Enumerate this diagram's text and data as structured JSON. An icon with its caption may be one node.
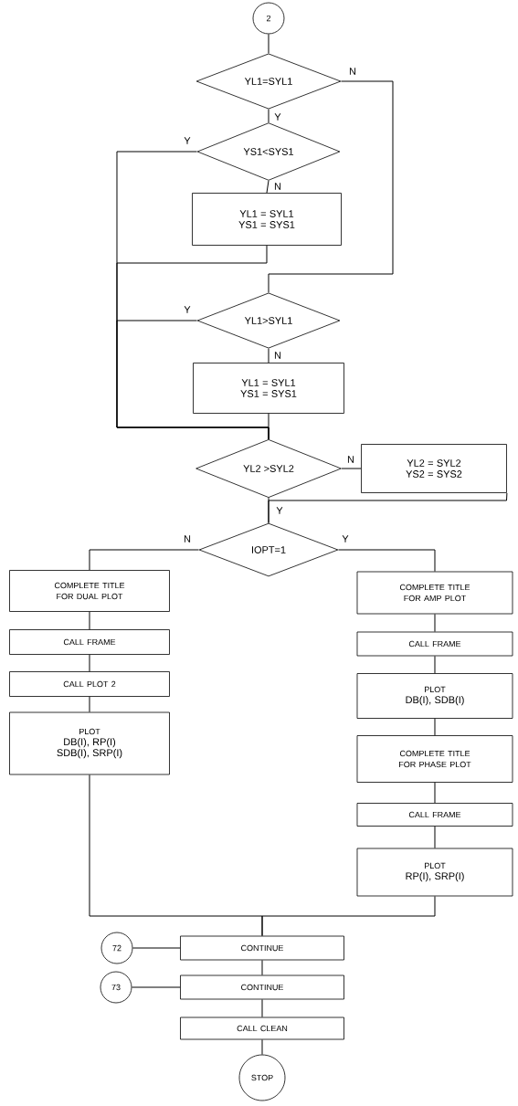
{
  "diagram": {
    "nodes": [
      {
        "text": [
          "2"
        ]
      },
      {
        "text": [
          "YL1=SYL1"
        ]
      },
      {
        "text": [
          "YS1<SYS1"
        ]
      },
      {
        "text": [
          "YL1 = SYL1 YS1 = SYS1"
        ]
      },
      {
        "text": [
          "YL1>SYL1"
        ]
      },
      {
        "text": [
          "YL1 = SYL1 YS1 = SYS1"
        ]
      },
      {
        "text": [
          "YL2 >SYL2"
        ]
      },
      {
        "text": [
          "YL2 = SYL2 YS2 = SYS2"
        ]
      },
      {
        "text": [
          "IOPT=1"
        ]
      },
      {
        "text": [
          "COMPLETE TITLE FOR DUAL PLOT"
        ]
      },
      {
        "text": [
          "CALL FRAME"
        ]
      },
      {
        "text": [
          "CALL PLOT 2"
        ]
      },
      {
        "text": [
          "PLOT",
          "DB(I), RP(I) SDB(I), SRP(I)"
        ]
      },
      {
        "text": [
          "COMPLETE TITLE FOR AMP PLOT"
        ]
      },
      {
        "text": [
          "CALL FRAME"
        ]
      },
      {
        "text": [
          "PLOT",
          "DB(I), SDB(I)"
        ]
      },
      {
        "text": [
          "COMPLETE TITLE FOR PHASE PLOT"
        ]
      },
      {
        "text": [
          "CALL FRAME"
        ]
      },
      {
        "text": [
          "PLOT",
          "RP(I), SRP(I)"
        ]
      },
      {
        "text": [
          "CONTINUE"
        ]
      },
      {
        "text": [
          "72"
        ]
      },
      {
        "text": [
          "CONTINUE"
        ]
      },
      {
        "text": [
          "73"
        ]
      },
      {
        "text": [
          "CALL CLEAN"
        ]
      },
      {
        "text": [
          "STOP"
        ]
      }
    ],
    "edges": [
      {
        "from": 0,
        "to": 1,
        "arrow": "none"
      },
      {
        "from": 1,
        "to": 2,
        "arrow": "none",
        "label": "Y"
      },
      {
        "from": 1,
        "to": 4,
        "arrow": "none",
        "label": "N"
      },
      {
        "from": 2,
        "to": 3,
        "arrow": "none",
        "label": "N"
      },
      {
        "from": 2,
        "to": 6,
        "arrow": "none",
        "label": "Y"
      },
      {
        "from": 3,
        "to": 6,
        "arrow": "none"
      },
      {
        "from": 4,
        "to": 5,
        "arrow": "none",
        "label": "N"
      },
      {
        "from": 4,
        "to": 6,
        "arrow": "none",
        "label": "Y"
      },
      {
        "from": 5,
        "to": 6,
        "arrow": "none"
      },
      {
        "from": 6,
        "to": 7,
        "arrow": "none",
        "label": "N"
      },
      {
        "from": 6,
        "to": 8,
        "arrow": "none",
        "label": "Y"
      },
      {
        "from": 7,
        "to": 8,
        "arrow": "none"
      },
      {
        "from": 8,
        "to": 9,
        "arrow": "none",
        "label": "N"
      },
      {
        "from": 8,
        "to": 13,
        "arrow": "none",
        "label": "Y"
      },
      {
        "from": 9,
        "to": 10,
        "arrow": "none"
      },
      {
        "from": 10,
        "to": 11,
        "arrow": "none"
      },
      {
        "from": 11,
        "to": 12,
        "arrow": "none"
      },
      {
        "from": 12,
        "to": 19,
        "arrow": "none"
      },
      {
        "from": 13,
        "to": 14,
        "arrow": "none"
      },
      {
        "from": 14,
        "to": 15,
        "arrow": "none"
      },
      {
        "from": 15,
        "to": 16,
        "arrow": "none"
      },
      {
        "from": 16,
        "to": 17,
        "arrow": "none"
      },
      {
        "from": 17,
        "to": 18,
        "arrow": "none"
      },
      {
        "from": 18,
        "to": 19,
        "arrow": "none"
      },
      {
        "from": 20,
        "to": 19,
        "arrow": "none"
      },
      {
        "from": 19,
        "to": 21,
        "arrow": "none"
      },
      {
        "from": 22,
        "to": 21,
        "arrow": "none"
      },
      {
        "from": 21,
        "to": 23,
        "arrow": "none"
      },
      {
        "from": 23,
        "to": 24,
        "arrow": "none"
      }
    ]
  }
}
